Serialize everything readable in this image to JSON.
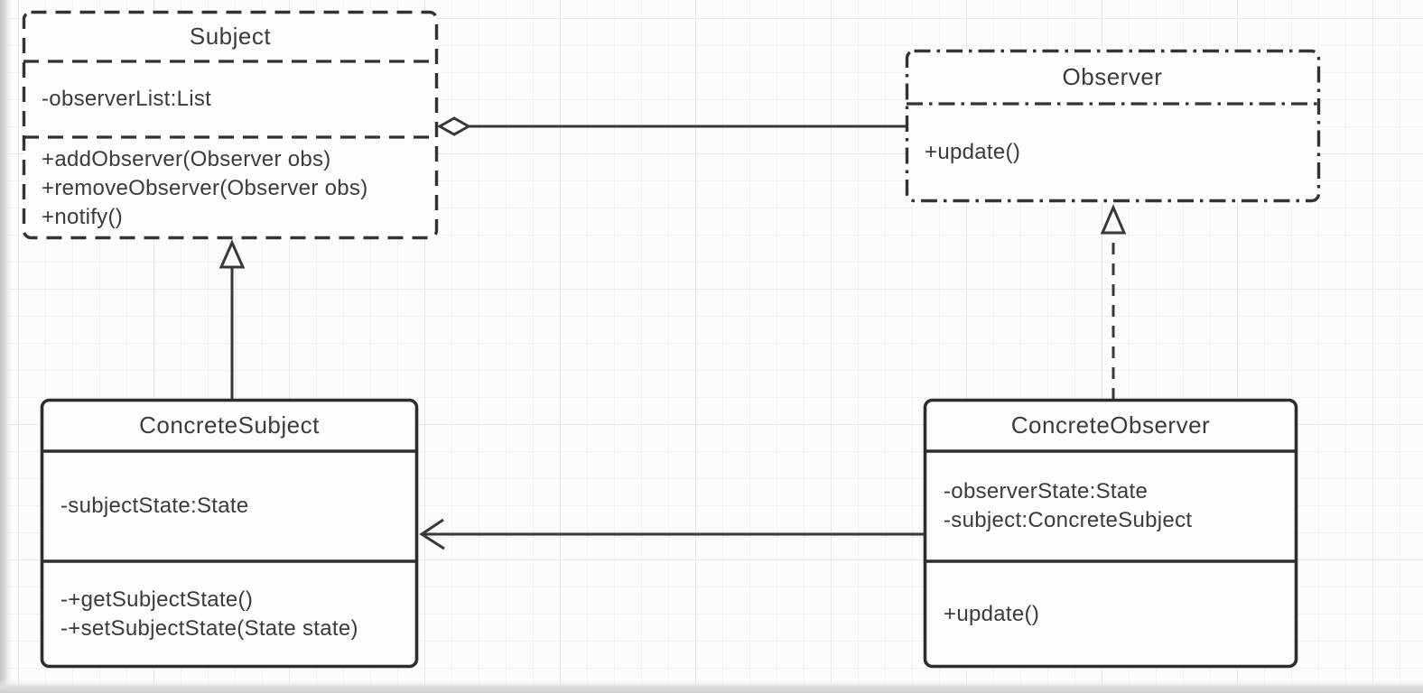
{
  "canvas": {
    "background_color": "#fcfcfc",
    "grid_line_color": "#e9e9e9",
    "stroke_color": "#333333",
    "text_color": "#3b3b3b"
  },
  "classes": {
    "subject": {
      "name": "Subject",
      "border_style": "dashed",
      "attributes": [
        "-observerList:List"
      ],
      "methods": [
        "+addObserver(Observer obs)",
        "+removeObserver(Observer obs)",
        "+notify()"
      ]
    },
    "observer": {
      "name": "Observer",
      "border_style": "dash-dot",
      "attributes": [],
      "methods": [
        "+update()"
      ]
    },
    "concrete_subject": {
      "name": "ConcreteSubject",
      "border_style": "solid",
      "attributes": [
        "-subjectState:State"
      ],
      "methods": [
        "-+getSubjectState()",
        "-+setSubjectState(State state)"
      ]
    },
    "concrete_observer": {
      "name": "ConcreteObserver",
      "border_style": "solid",
      "attributes": [
        "-observerState:State",
        "-subject:ConcreteSubject"
      ],
      "methods": [
        "+update()"
      ]
    }
  },
  "relationships": [
    {
      "from": "Subject",
      "to": "Observer",
      "type": "aggregation",
      "marker": "hollow-diamond-at-subject"
    },
    {
      "from": "ConcreteSubject",
      "to": "Subject",
      "type": "generalization",
      "marker": "hollow-triangle",
      "line": "solid"
    },
    {
      "from": "ConcreteObserver",
      "to": "Observer",
      "type": "realization",
      "marker": "hollow-triangle",
      "line": "dashed"
    },
    {
      "from": "ConcreteObserver",
      "to": "ConcreteSubject",
      "type": "directed-association",
      "marker": "open-arrow",
      "line": "solid"
    }
  ]
}
